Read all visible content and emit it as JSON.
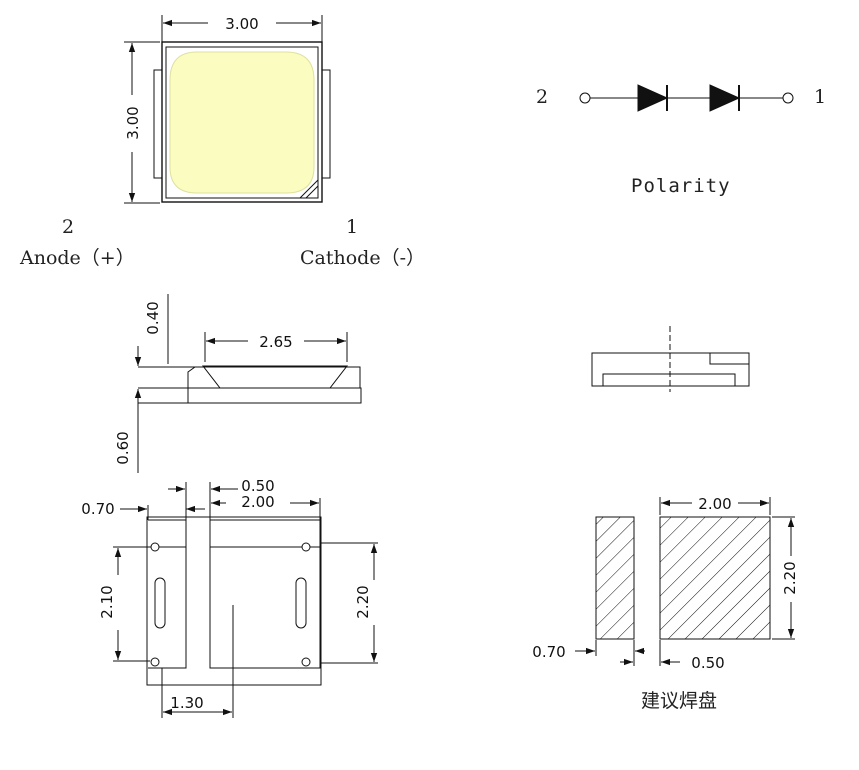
{
  "top_view": {
    "width_dim": "3.00",
    "height_dim": "3.00",
    "pin2_number": "2",
    "pin2_label": "Anode（+）",
    "pin1_number": "1",
    "pin1_label": "Cathode（-）",
    "emitter_color": "#fafcc0"
  },
  "polarity": {
    "pin_left": "2",
    "pin_right": "1",
    "title": "Polarity"
  },
  "side_view": {
    "lens_height_dim": "0.40",
    "base_height_dim": "0.60",
    "lens_width_dim": "2.65"
  },
  "bottom_view": {
    "small_pad_width_dim": "0.70",
    "gap_dim": "0.50",
    "large_pad_width_dim": "2.00",
    "small_pad_height_dim": "2.10",
    "large_pad_height_dim": "2.20",
    "offset_dim": "1.30"
  },
  "solder_pad": {
    "large_width_dim": "2.00",
    "height_dim": "2.20",
    "small_width_dim": "0.70",
    "gap_dim": "0.50",
    "title": "建议焊盘"
  }
}
